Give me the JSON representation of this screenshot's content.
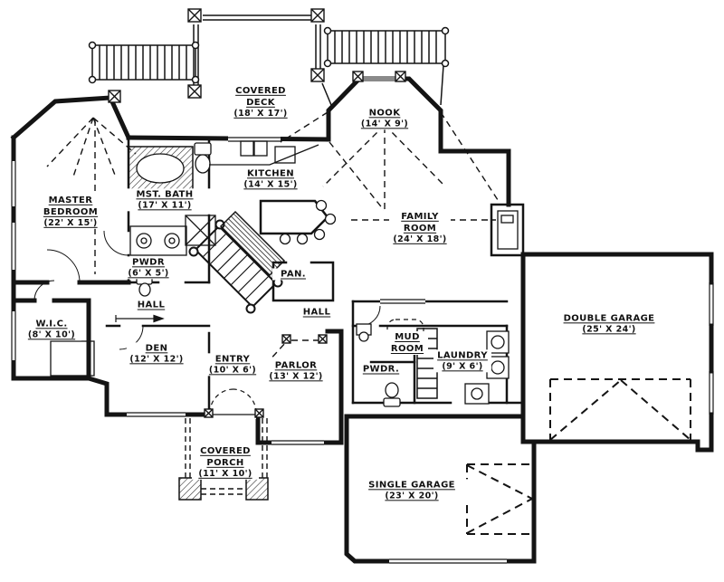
{
  "drawing": {
    "kind": "residential floor plan, main level",
    "colors": {
      "ink": "#141414",
      "paper": "#ffffff",
      "window_bar": "#8a8a8a"
    }
  },
  "rooms": [
    {
      "id": "covered-deck",
      "name": "COVERED DECK",
      "dims": "(18' X 17')"
    },
    {
      "id": "nook",
      "name": "NOOK",
      "dims": "(14' X 9')"
    },
    {
      "id": "master-bedroom",
      "name": "MASTER BEDROOM",
      "dims": "(22' X 15')"
    },
    {
      "id": "mst-bath",
      "name": "MST. BATH",
      "dims": "(17' X 11')"
    },
    {
      "id": "kitchen",
      "name": "KITCHEN",
      "dims": "(14' X 15')"
    },
    {
      "id": "family-room",
      "name": "FAMILY ROOM",
      "dims": "(24' X 18')"
    },
    {
      "id": "pwdr-master",
      "name": "PWDR",
      "dims": "(6' X 5')"
    },
    {
      "id": "pantry",
      "name": "PAN.",
      "dims": ""
    },
    {
      "id": "hall-left",
      "name": "HALL",
      "dims": ""
    },
    {
      "id": "hall-right",
      "name": "HALL",
      "dims": ""
    },
    {
      "id": "wic",
      "name": "W.I.C.",
      "dims": "(8' X 10')"
    },
    {
      "id": "den",
      "name": "DEN",
      "dims": "(12' X 12')"
    },
    {
      "id": "entry",
      "name": "ENTRY",
      "dims": "(10' X 6')"
    },
    {
      "id": "parlor",
      "name": "PARLOR",
      "dims": "(13' X 12')"
    },
    {
      "id": "mud-room",
      "name": "MUD ROOM",
      "dims": ""
    },
    {
      "id": "pwdr-2",
      "name": "PWDR.",
      "dims": ""
    },
    {
      "id": "laundry",
      "name": "LAUNDRY",
      "dims": "(9' X 6')"
    },
    {
      "id": "double-garage",
      "name": "DOUBLE GARAGE",
      "dims": "(25' X 24')"
    },
    {
      "id": "single-garage",
      "name": "SINGLE GARAGE",
      "dims": "(23' X 20')"
    },
    {
      "id": "covered-porch",
      "name": "COVERED PORCH",
      "dims": "(11' X 10')"
    }
  ]
}
